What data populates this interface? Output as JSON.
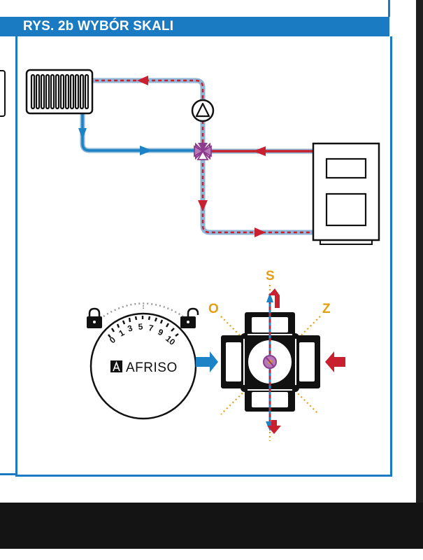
{
  "header": {
    "title": "RYS. 2b WYBÓR SKALI"
  },
  "colors": {
    "accent_blue": "#1a7bc2",
    "hot_red": "#c8202f",
    "cold_blue": "#1c84c6",
    "valve_purple": "#8e3b8f",
    "port_orange": "#e49e12",
    "frame_dark": "#141414"
  },
  "controller": {
    "brand": "AFRISO",
    "scale_labels": [
      "0",
      "1",
      "3",
      "5",
      "7",
      "9",
      "10"
    ],
    "lock_icon_left": "lock-closed-icon",
    "lock_icon_right": "lock-open-icon"
  },
  "valve": {
    "ports": {
      "top": "S",
      "left": "O",
      "right": "Z"
    }
  },
  "hydraulic": {
    "components": [
      "radiator-icon",
      "pump-icon",
      "mixing-valve-icon",
      "boiler-icon"
    ]
  }
}
